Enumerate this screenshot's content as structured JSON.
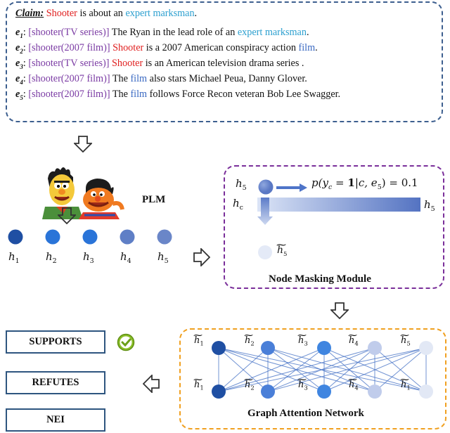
{
  "claim": {
    "label": "Claim:",
    "parts": [
      {
        "text": "Shooter",
        "color": "red"
      },
      {
        "text": " is about an ",
        "color": "black"
      },
      {
        "text": "expert marksman",
        "color": "cyan"
      },
      {
        "text": ".",
        "color": "black"
      }
    ]
  },
  "evidence": [
    {
      "id": "e",
      "sub": "1",
      "parts": [
        {
          "text": "[shooter(TV series)]",
          "color": "purple"
        },
        {
          "text": " The Ryan in the lead role of an ",
          "color": "black"
        },
        {
          "text": "expert marksman",
          "color": "cyan"
        },
        {
          "text": ".",
          "color": "black"
        }
      ]
    },
    {
      "id": "e",
      "sub": "2",
      "parts": [
        {
          "text": "[shooter(2007 film)]",
          "color": "purple"
        },
        {
          "text": " ",
          "color": "black"
        },
        {
          "text": "Shooter",
          "color": "red"
        },
        {
          "text": " is a 2007 American conspiracy action ",
          "color": "black"
        },
        {
          "text": "film",
          "color": "blue"
        },
        {
          "text": ".",
          "color": "black"
        }
      ]
    },
    {
      "id": "e",
      "sub": "3",
      "parts": [
        {
          "text": "[shooter(TV series)]",
          "color": "purple"
        },
        {
          "text": " ",
          "color": "black"
        },
        {
          "text": "Shooter",
          "color": "red"
        },
        {
          "text": " is an American television drama series .",
          "color": "black"
        }
      ]
    },
    {
      "id": "e",
      "sub": "4",
      "parts": [
        {
          "text": "[shooter(2007 film)]",
          "color": "purple"
        },
        {
          "text": " The ",
          "color": "black"
        },
        {
          "text": "film",
          "color": "blue"
        },
        {
          "text": " also stars Michael Peua, Danny Glover.",
          "color": "black"
        }
      ]
    },
    {
      "id": "e",
      "sub": "5",
      "parts": [
        {
          "text": "[shooter(2007 film)]",
          "color": "purple"
        },
        {
          "text": " The ",
          "color": "black"
        },
        {
          "text": "film",
          "color": "blue"
        },
        {
          "text": " follows Force Recon veteran Bob Lee Swagger.",
          "color": "black"
        }
      ]
    }
  ],
  "plm": {
    "label": "PLM",
    "nodes": [
      {
        "name": "h",
        "sub": "1",
        "color": "#1f4fa3"
      },
      {
        "name": "h",
        "sub": "2",
        "color": "#2a74d8"
      },
      {
        "name": "h",
        "sub": "3",
        "color": "#2a74d8"
      },
      {
        "name": "h",
        "sub": "4",
        "color": "#5f7fc6"
      },
      {
        "name": "h",
        "sub": "5",
        "color": "#6a86c8"
      }
    ]
  },
  "node_masking": {
    "title": "Node Masking Module",
    "h5": {
      "name": "h",
      "sub": "5"
    },
    "hc": {
      "name": "h",
      "sub": "c"
    },
    "h5_tilde": {
      "name": "h",
      "sub": "5"
    },
    "probability_text": "p(y_c = 1|c, e_5) = 0.1",
    "prob_prefix": "p(y",
    "prob_sub_c": "c",
    "prob_mid": " = ",
    "prob_one": "1",
    "prob_cond": "|c, e",
    "prob_sub_5": "5",
    "prob_end": ") = 0.1"
  },
  "gat": {
    "title": "Graph Attention Network",
    "top_labels": [
      "1",
      "2",
      "3",
      "4",
      "5"
    ],
    "bottom_labels": [
      "1",
      "2",
      "3",
      "4",
      "1"
    ],
    "node_colors": [
      "#1f4fa3",
      "#4a7fd8",
      "#3f85e0",
      "#c0cceb",
      "#e2e8f5"
    ]
  },
  "outputs": {
    "labels": [
      "SUPPORTS",
      "REFUTES",
      "NEI"
    ],
    "selected_index": 0
  },
  "colors": {
    "claim_border": "#3d5f8f",
    "nmm_border": "#7a2f9a",
    "gat_border": "#f0a020",
    "check_green": "#8bbf2a"
  }
}
